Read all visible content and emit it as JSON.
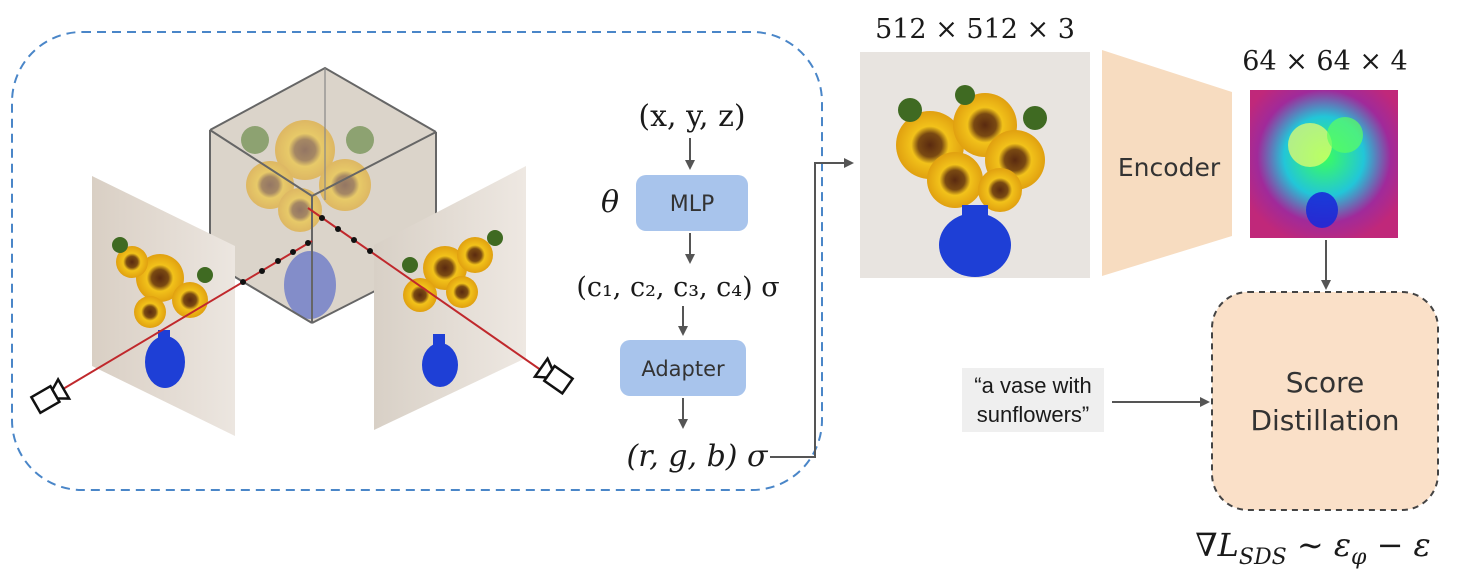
{
  "pipeline": {
    "input_coords": "(x, y, z)",
    "theta": "θ",
    "mlp_label": "MLP",
    "mlp_output": "(c₁, c₂, c₃, c₄) σ",
    "adapter_label": "Adapter",
    "adapter_output": "(r, g, b) σ"
  },
  "render": {
    "size_label": "512 × 512 × 3"
  },
  "encoder": {
    "label": "Encoder"
  },
  "latent": {
    "size_label": "64 × 64 × 4"
  },
  "prompt": {
    "line1": "“a vase with",
    "line2": "sunflowers”"
  },
  "sds": {
    "line1": "Score",
    "line2": "Distillation",
    "loss_formula": "∇L_SDS ∼ ε_φ − ε"
  },
  "colors": {
    "dashed_border": "#4a86c8",
    "block_fill": "#a8c4ec",
    "encoder_fill": "#f7dcc0",
    "sds_fill": "#fae0c8",
    "ray": "#c0282c"
  }
}
